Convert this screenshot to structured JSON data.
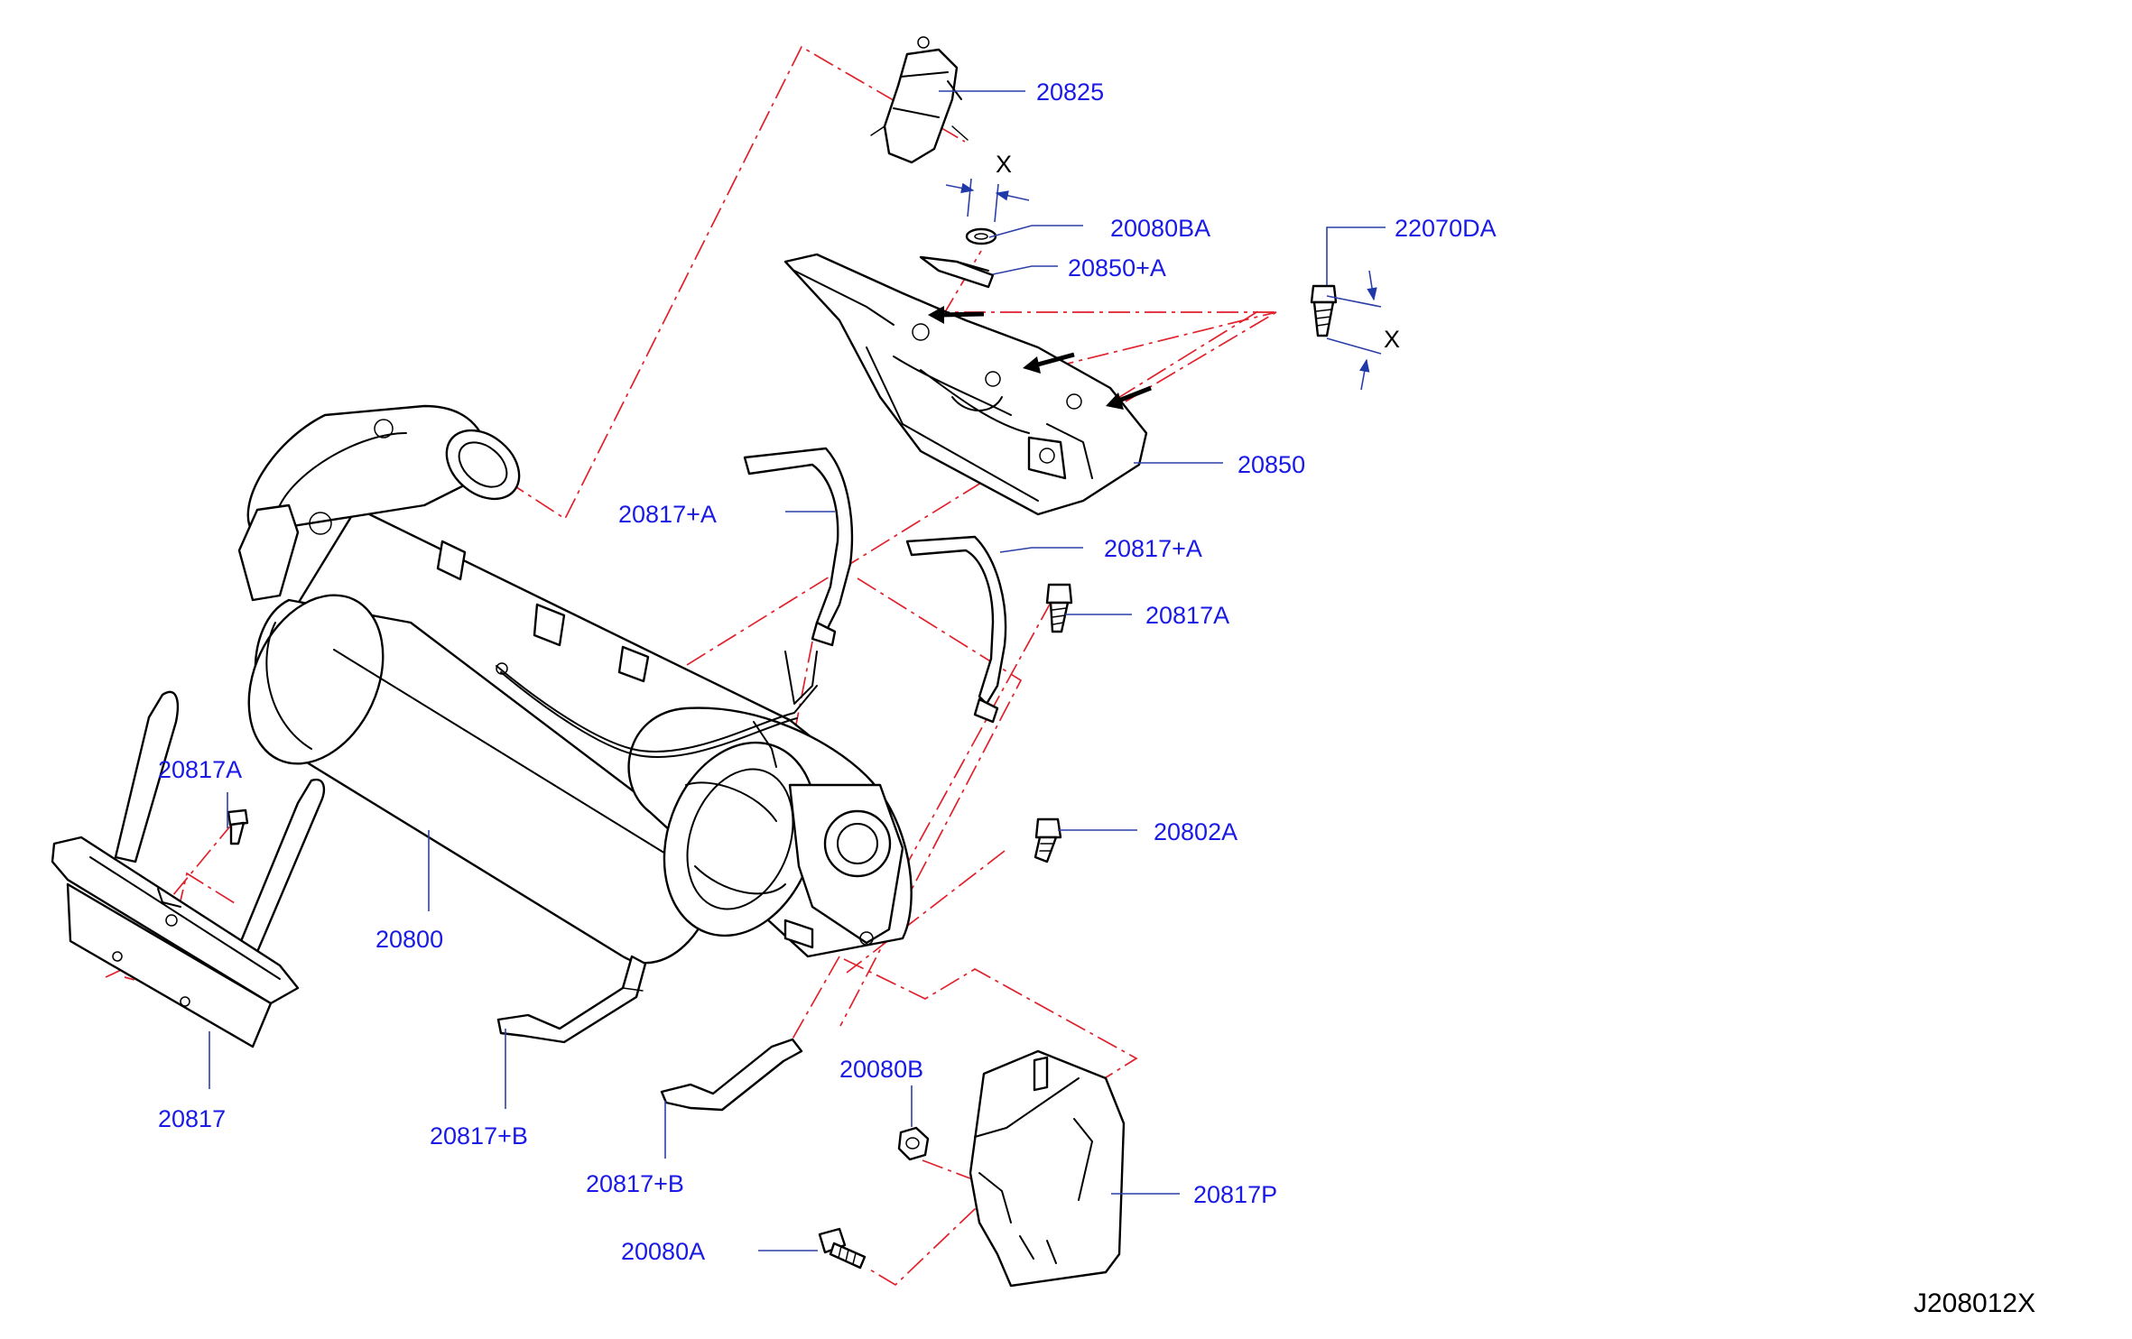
{
  "diagram": {
    "figure_code": "J208012X",
    "dimension_mark": "X",
    "colors": {
      "assembly_line": "#e0202a",
      "leader_line": "#2c3fa8",
      "callout_text": "#1a1ae6",
      "drawing_line": "#000000"
    },
    "callouts": [
      {
        "id": "c-20825",
        "text": "20825"
      },
      {
        "id": "c-20080BA",
        "text": "20080BA"
      },
      {
        "id": "c-22070DA",
        "text": "22070DA"
      },
      {
        "id": "c-20850A",
        "text": "20850+A"
      },
      {
        "id": "c-20850",
        "text": "20850"
      },
      {
        "id": "c-20817A-top",
        "text": "20817+A"
      },
      {
        "id": "c-20817A-mid",
        "text": "20817+A"
      },
      {
        "id": "c-20817A-bolt",
        "text": "20817A"
      },
      {
        "id": "c-20817A-left",
        "text": "20817A"
      },
      {
        "id": "c-20802A",
        "text": "20802A"
      },
      {
        "id": "c-20800",
        "text": "20800"
      },
      {
        "id": "c-20817",
        "text": "20817"
      },
      {
        "id": "c-20817B-left",
        "text": "20817+B"
      },
      {
        "id": "c-20817B-right",
        "text": "20817+B"
      },
      {
        "id": "c-20080B",
        "text": "20080B"
      },
      {
        "id": "c-20817P",
        "text": "20817P"
      },
      {
        "id": "c-20080A",
        "text": "20080A"
      }
    ]
  }
}
